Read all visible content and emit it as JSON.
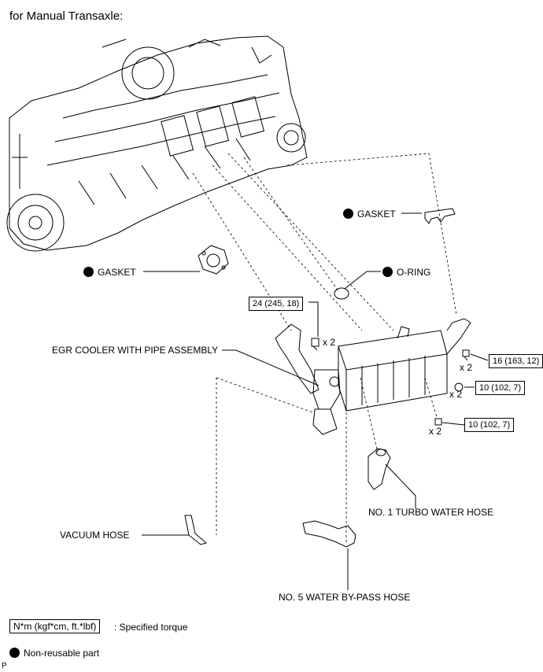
{
  "title": "for Manual Transaxle:",
  "labels": {
    "gasket_top": "GASKET",
    "gasket_left": "GASKET",
    "o_ring": "O-RING",
    "egr_cooler": "EGR COOLER WITH PIPE ASSEMBLY",
    "turbo_hose": "NO. 1 TURBO WATER HOSE",
    "vacuum_hose": "VACUUM HOSE",
    "bypass_hose": "NO. 5 WATER BY-PASS HOSE"
  },
  "torques": {
    "t1": "24 (245, 18)",
    "t2": "16 (163, 12)",
    "t3": "10 (102, 7)",
    "t4": "10 (102, 7)"
  },
  "quantities": {
    "q1": "x 2",
    "q2": "x 2",
    "q3": "x 2",
    "q4": "x 2"
  },
  "legend": {
    "torque_box": "N*m (kgf*cm, ft.*lbf)",
    "torque_text": ": Specified torque",
    "nonreusable_text": "Non-reusable part"
  },
  "footer_mark": "P"
}
